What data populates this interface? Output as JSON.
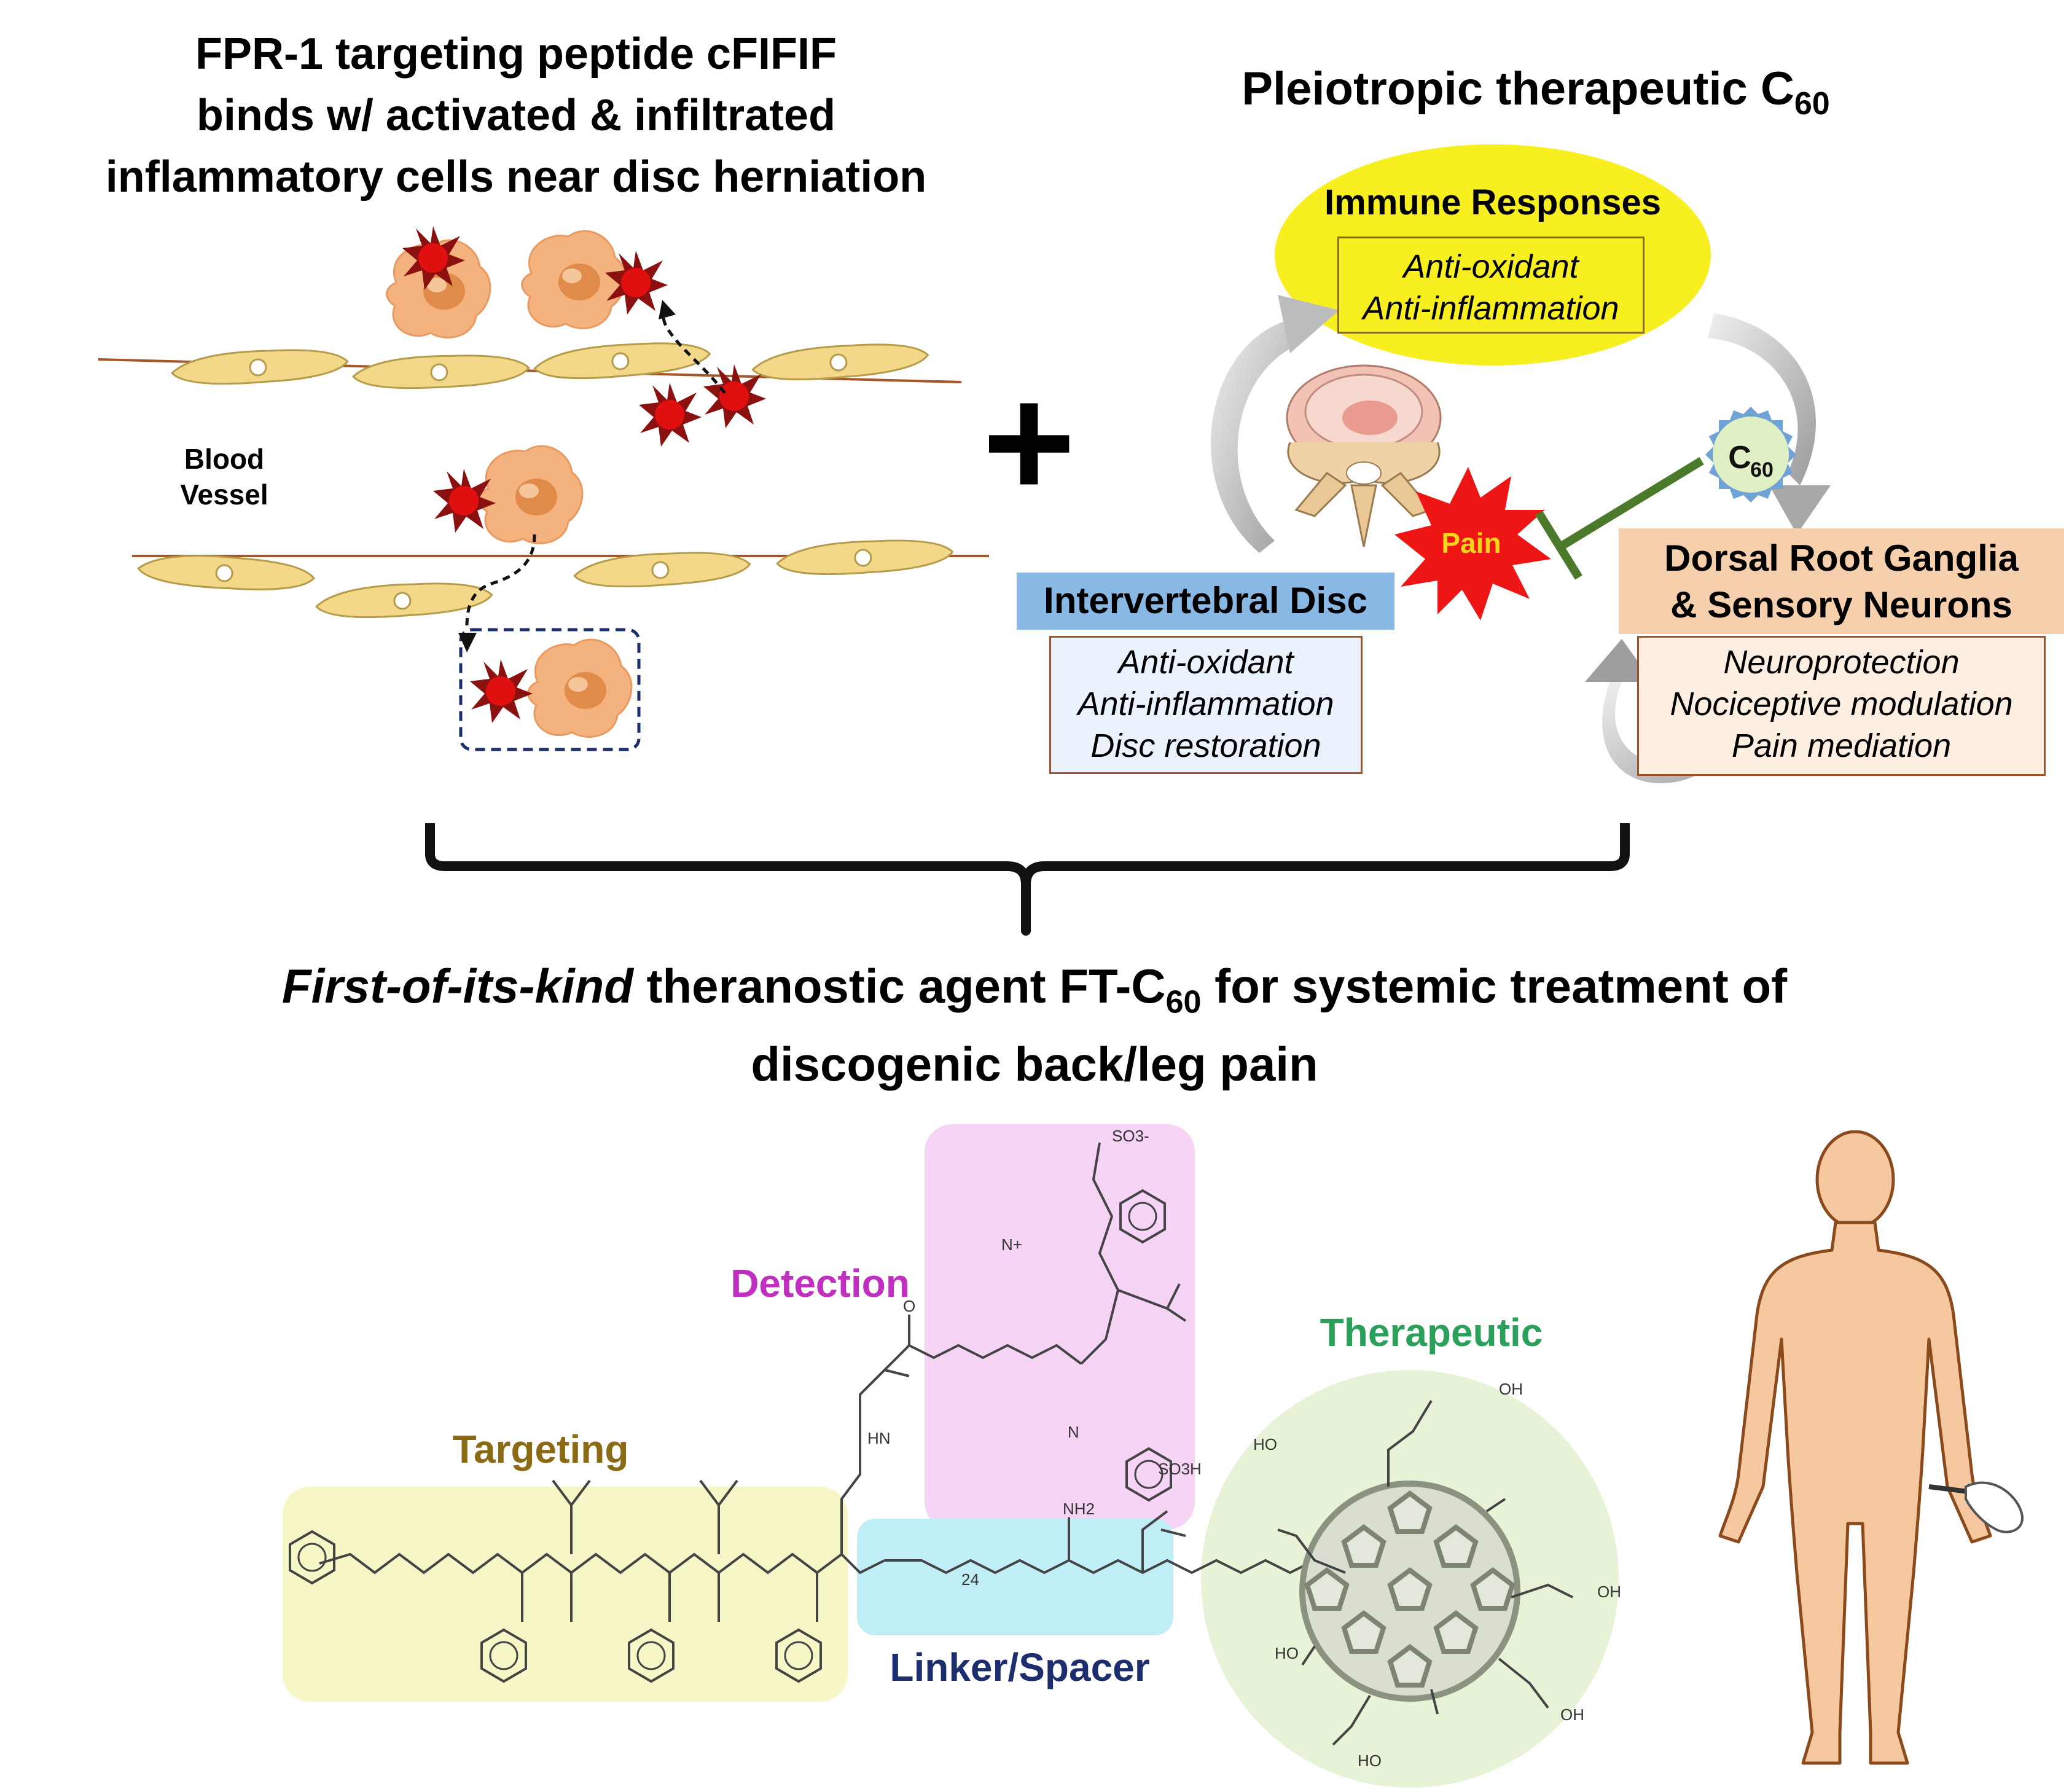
{
  "left_panel": {
    "title_lines": [
      "FPR-1 targeting peptide cFIFIF",
      "binds w/ activated & infiltrated",
      "inflammatory cells near disc herniation"
    ],
    "blood_vessel_label": [
      "Blood",
      "Vessel"
    ]
  },
  "plus_sign": "+",
  "right_panel": {
    "title_prefix": "Pleiotropic therapeutic C",
    "title_sub": "60",
    "immune": {
      "title": "Immune Responses",
      "items": [
        "Anti-oxidant",
        "Anti-inflammation"
      ]
    },
    "disc": {
      "title": "Intervertebral Disc",
      "items": [
        "Anti-oxidant",
        "Anti-inflammation",
        "Disc restoration"
      ]
    },
    "drg": {
      "title_lines": [
        "Dorsal Root Ganglia",
        "& Sensory Neurons"
      ],
      "items": [
        "Neuroprotection",
        "Nociceptive modulation",
        "Pain mediation"
      ]
    },
    "pain_label": "Pain",
    "c60_badge": {
      "main": "C",
      "sub": "60"
    }
  },
  "conclusion": {
    "line1_italic": "First-of-its-kind",
    "line1_rest_a": " theranostic agent FT-C",
    "line1_sub": "60",
    "line1_rest_b": " for systemic treatment of",
    "line2": "discogenic back/leg pain"
  },
  "molecule": {
    "labels": {
      "detection": "Detection",
      "targeting": "Targeting",
      "linker": "Linker/Spacer",
      "therapeutic": "Therapeutic"
    },
    "atoms": {
      "sulfonate_top": "SO3-",
      "n_plus": "N+",
      "n": "N",
      "so3h": "SO3H",
      "nh": "HN",
      "o": "O",
      "nh2": "NH2",
      "peg_repeat": "24",
      "oh": "OH",
      "ho": "HO"
    }
  },
  "colors": {
    "immune_fill": "#f7ef1f",
    "disc_header": "#8ab8e4",
    "disc_box_fill": "#eaf3fb",
    "drg_header": "#f6cfac",
    "drg_box_fill": "#fdeee2",
    "detection_fill": "#f6d4f5",
    "detection_text": "#c02fc0",
    "targeting_fill": "#f6f6c6",
    "targeting_text": "#8b6a14",
    "linker_fill": "#bfeef7",
    "linker_text": "#1c2e6e",
    "therapeutic_fill": "#e6f3d6",
    "therapeutic_text": "#2aa05a",
    "cell_fill": "#f3b27e",
    "star_fill": "#e01010",
    "endothelial_fill": "#f4d889",
    "body_fill": "#f5c8a0"
  }
}
